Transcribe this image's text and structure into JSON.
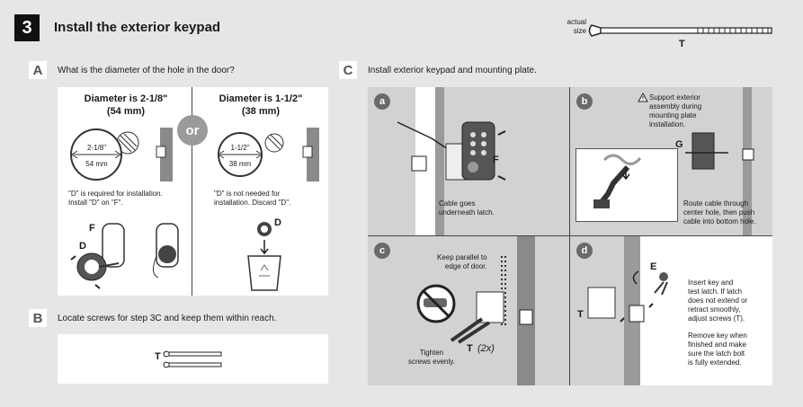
{
  "header": {
    "step": "3",
    "title": "Install the exterior keypad",
    "actual_size": "actual\nsize",
    "screw_label": "T"
  },
  "sectionA": {
    "letter": "A",
    "question": "What is the diameter of the hole in the door?",
    "left": {
      "title": "Diameter is 2-1/8\"",
      "subtitle": "(54 mm)",
      "inch": "2-1/8\"",
      "mm": "54 mm",
      "note": "\"D\" is required for installation.\nInstall \"D\" on \"F\".",
      "label_f": "F",
      "label_d": "D"
    },
    "or": "or",
    "right": {
      "title": "Diameter is 1-1/2\"",
      "subtitle": "(38 mm)",
      "inch": "1-1/2\"",
      "mm": "38 mm",
      "note": "\"D\" is not needed for\ninstallation. Discard \"D\".",
      "label_d": "D"
    }
  },
  "sectionB": {
    "letter": "B",
    "text": "Locate screws for step 3C and keep them within reach.",
    "label_t": "T"
  },
  "sectionC": {
    "letter": "C",
    "text": "Install exterior keypad and mounting plate.",
    "a": {
      "num": "a",
      "label_f": "F",
      "caption": "Cable goes\nunderneath latch."
    },
    "b": {
      "num": "b",
      "warning": "Support exterior\nassembly during\nmounting plate\ninstallation.",
      "label_g": "G",
      "caption": "Route cable through\ncenter hole, then push\ncable into bottom hole."
    },
    "c": {
      "num": "c",
      "top": "Keep parallel to\nedge of door.",
      "label_t": "T",
      "qty": "(2x)",
      "bottom": "Tighten\nscrews evenly."
    },
    "d": {
      "num": "d",
      "label_e": "E",
      "label_t": "T",
      "text1": "Insert key and\ntest latch. If latch\ndoes not extend or\nretract smoothly,\nadjust screws (T).",
      "text2": "Remove key when\nfinished and make\nsure the latch bolt\nis fully extended."
    }
  }
}
